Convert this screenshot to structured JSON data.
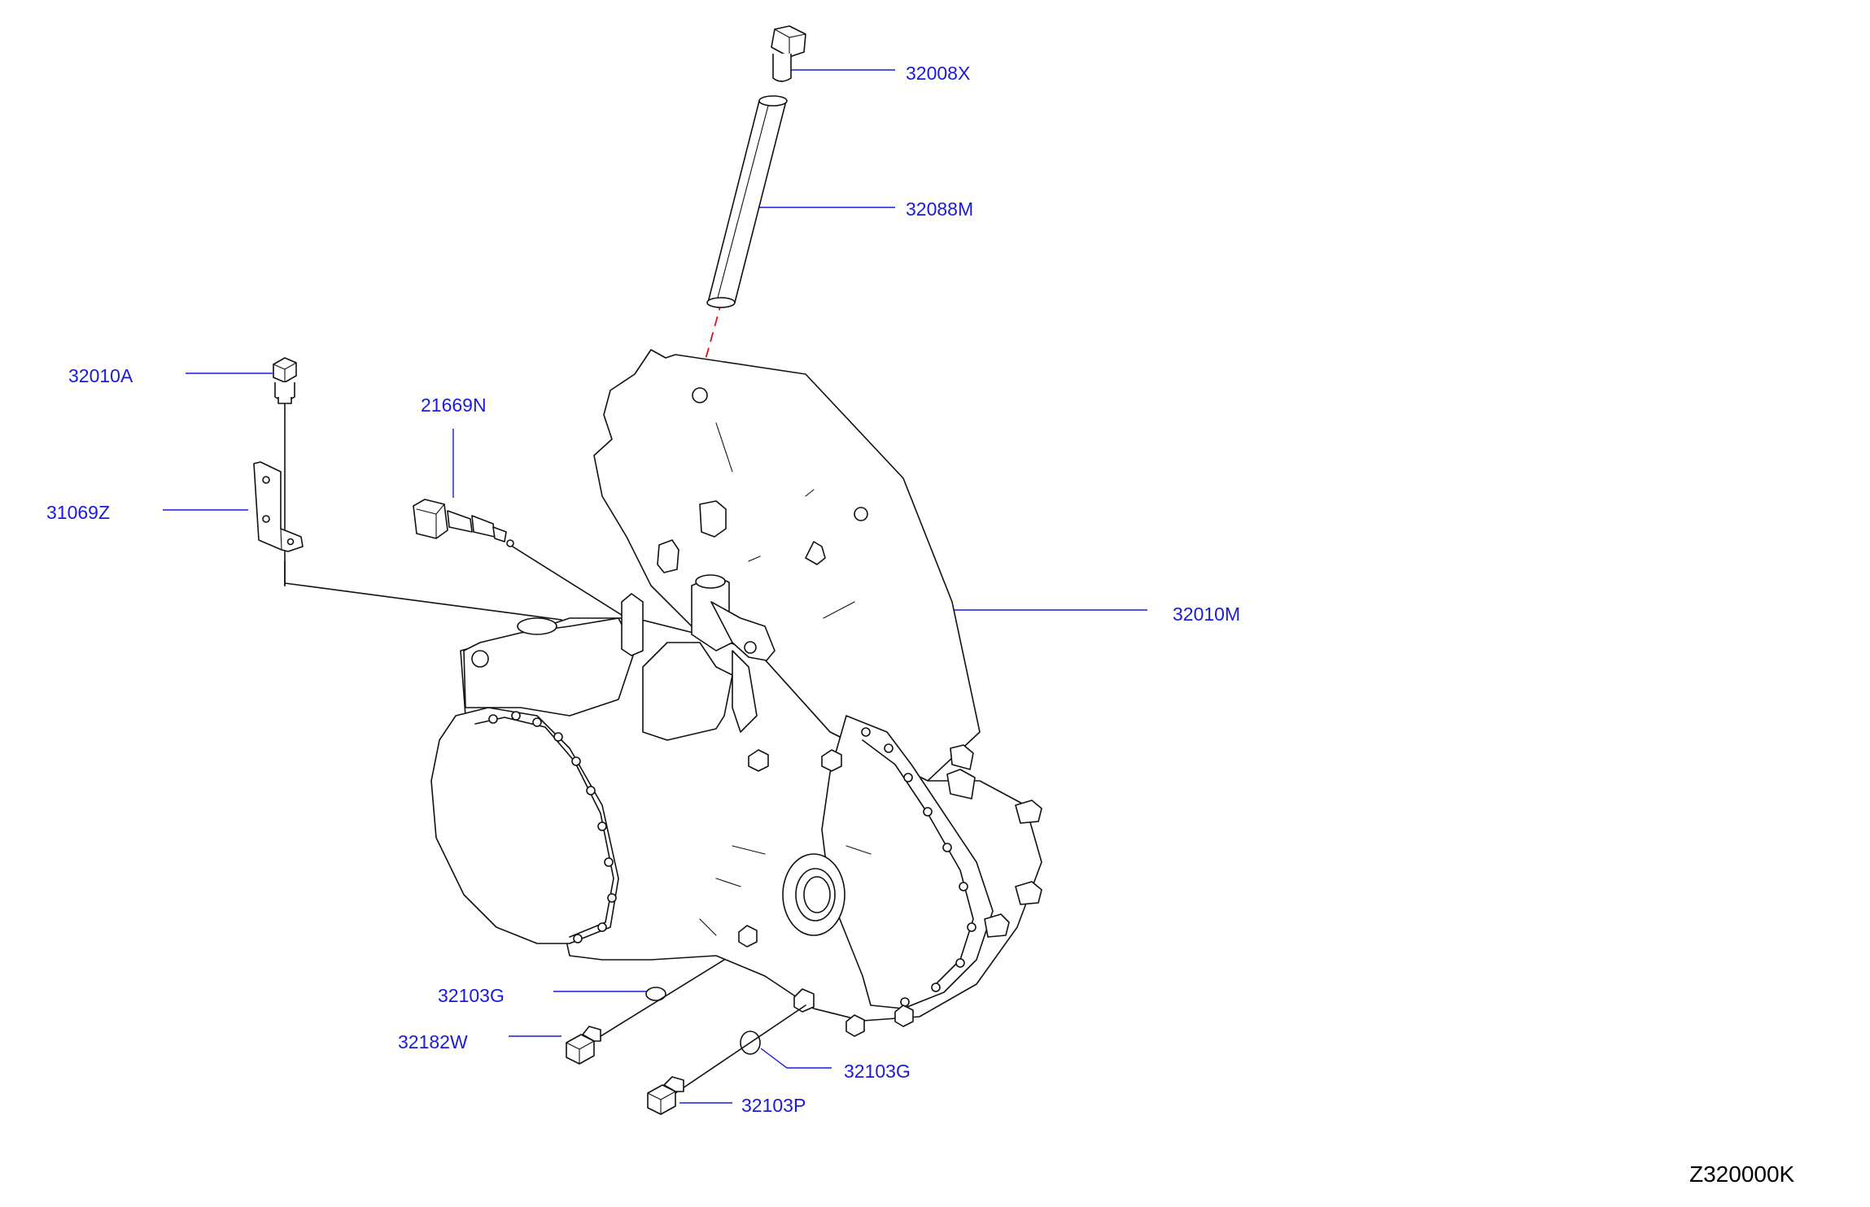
{
  "diagram": {
    "id": "Z320000K",
    "accent_color": "#1a1adf",
    "callouts": [
      {
        "key": "c32008X",
        "label": "32008X"
      },
      {
        "key": "c32088M",
        "label": "32088M"
      },
      {
        "key": "c32010A",
        "label": "32010A"
      },
      {
        "key": "c21669N",
        "label": "21669N"
      },
      {
        "key": "c31069Z",
        "label": "31069Z"
      },
      {
        "key": "c32010M",
        "label": "32010M"
      },
      {
        "key": "c32103G_a",
        "label": "32103G"
      },
      {
        "key": "c32182W",
        "label": "32182W"
      },
      {
        "key": "c32103G_b",
        "label": "32103G"
      },
      {
        "key": "c32103P",
        "label": "32103P"
      }
    ]
  }
}
